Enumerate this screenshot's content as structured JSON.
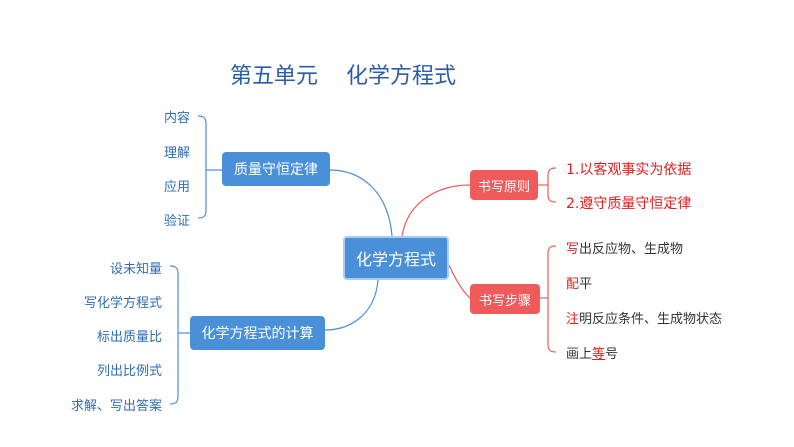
{
  "title": {
    "unit": "第五单元",
    "topic": "化学方程式"
  },
  "root": "化学方程式",
  "branches": {
    "mass": {
      "label": "质量守恒定律",
      "leaves": [
        "内容",
        "理解",
        "应用",
        "验证"
      ]
    },
    "calc": {
      "label": "化学方程式的计算",
      "leaves": [
        "设未知量",
        "写化学方程式",
        "标出质量比",
        "列出比例式",
        "求解、写出答案"
      ]
    },
    "principle": {
      "label": "书写原则",
      "leaves": [
        "1.以客观事实为依据",
        "2.遵守质量守恒定律"
      ]
    },
    "steps": {
      "label": "书写步骤",
      "leaves": [
        {
          "key": "写",
          "rest": "出反应物、生成物"
        },
        {
          "key": "配",
          "rest": "平"
        },
        {
          "key": "注",
          "rest": "明反应条件、生成物状态"
        },
        {
          "pre": "画上",
          "key": "等",
          "rest": "号"
        }
      ]
    }
  },
  "colors": {
    "blue": "#4a90d9",
    "red": "#ef5b5b",
    "accent": "#e02020"
  }
}
